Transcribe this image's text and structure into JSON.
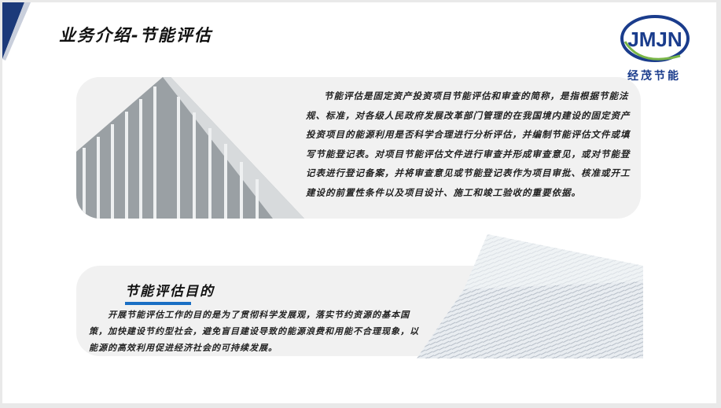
{
  "header": {
    "title": "业务介绍-节能评估"
  },
  "logo": {
    "mark": "JMJN",
    "name": "经茂节能",
    "colors": {
      "navy": "#1a3c8c",
      "green": "#7ab648"
    }
  },
  "section1": {
    "image": "building-photo",
    "paragraph": "节能评估是固定资产投资项目节能评估和审查的简称，是指根据节能法规、标准，对各级人民政府发展改革部门管理的在我国境内建设的固定资产投资项目的能源利用是否科学合理进行分析评估，并编制节能评估文件或填写节能登记表。对项目节能评估文件进行审查并形成审查意见，或对节能登记表进行登记备案，并将审查意见或节能登记表作为项目审批、核准或开工建设的前置性条件以及项目设计、施工和竣工验收的重要依据。"
  },
  "section2": {
    "heading": "节能评估目的",
    "paragraph": "开展节能评估工作的目的是为了贯彻科学发展观，落实节约资源的基本国策，加快建设节约型社会，避免盲目建设导致的能源浪费和用能不合理现象，以能源的高效利用促进经济社会的可持续发展。",
    "image": "facade-photo",
    "accent": "#1a6fc4"
  }
}
